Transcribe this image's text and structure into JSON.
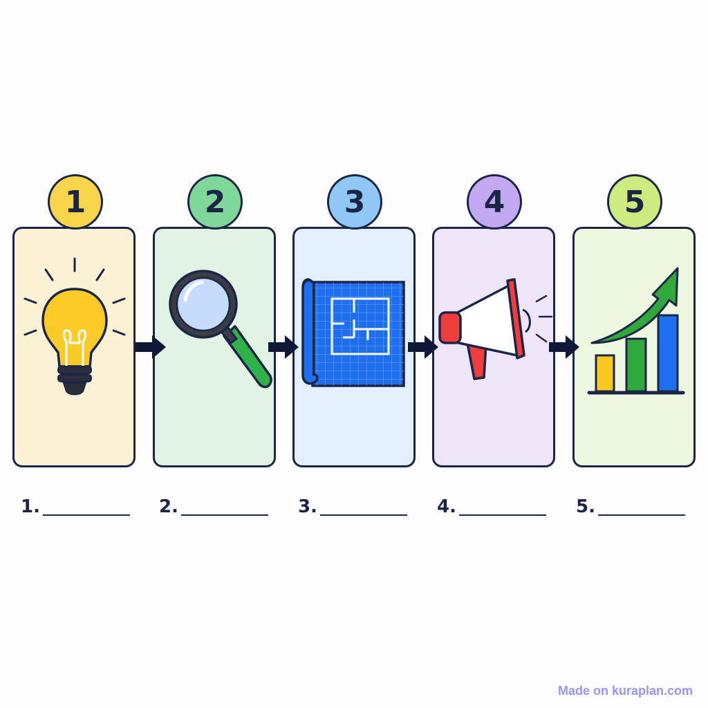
{
  "steps": [
    {
      "number": "1",
      "label": "1.",
      "icon": "lightbulb-icon",
      "card_color": "#fbf1d4",
      "badge_color": "#f7d54a"
    },
    {
      "number": "2",
      "label": "2.",
      "icon": "magnifying-glass-icon",
      "card_color": "#e1f3e2",
      "badge_color": "#7fd89a"
    },
    {
      "number": "3",
      "label": "3.",
      "icon": "blueprint-icon",
      "card_color": "#e2effc",
      "badge_color": "#8fc7f7"
    },
    {
      "number": "4",
      "label": "4.",
      "icon": "megaphone-icon",
      "card_color": "#eee5f9",
      "badge_color": "#c3a9f2"
    },
    {
      "number": "5",
      "label": "5.",
      "icon": "growth-chart-icon",
      "card_color": "#eef7e0",
      "badge_color": "#cdea7e"
    }
  ],
  "arrow_icon": "right-arrow-icon",
  "credit": "Made on kuraplan.com"
}
